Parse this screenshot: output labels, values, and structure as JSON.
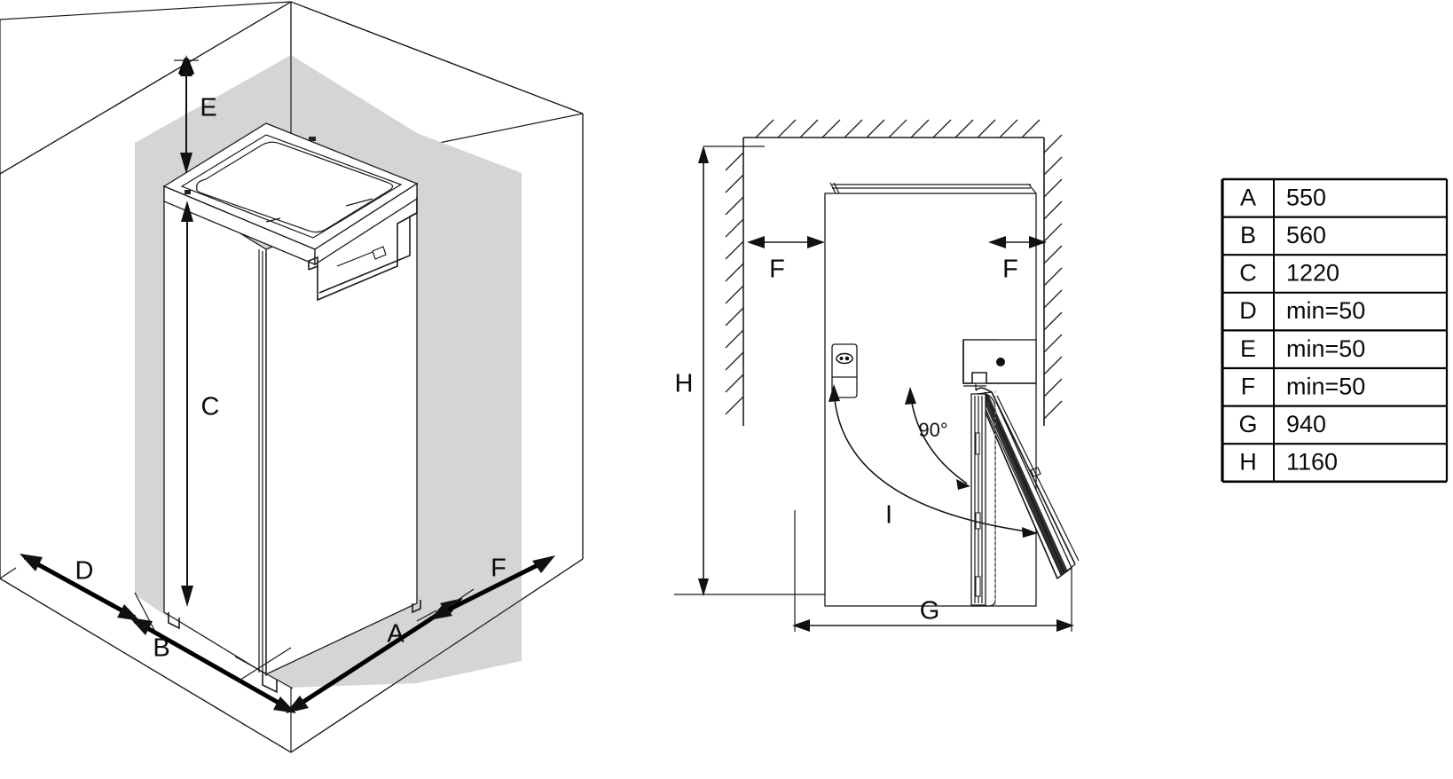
{
  "diagram": {
    "title": "Appliance installation clearance diagram",
    "views": {
      "isometric": {
        "name": "corner-installation-isometric-view",
        "labels": {
          "height_clearance": "E",
          "appliance_height": "C",
          "rear_clearance": "D",
          "total_depth": "B",
          "appliance_width": "A",
          "side_clearance": "F"
        }
      },
      "plan": {
        "name": "top-plan-view-with-door-swing",
        "labels": {
          "left_side_clearance": "F",
          "right_side_clearance": "F",
          "total_height": "H",
          "total_depth_with_door": "G",
          "door_opening_label": "I",
          "door_angle": "90°"
        }
      }
    },
    "table": {
      "name": "dimension-table",
      "rows": [
        {
          "key": "A",
          "value": "550"
        },
        {
          "key": "B",
          "value": "560"
        },
        {
          "key": "C",
          "value": "1220"
        },
        {
          "key": "D",
          "value": "min=50"
        },
        {
          "key": "E",
          "value": "min=50"
        },
        {
          "key": "F",
          "value": "min=50"
        },
        {
          "key": "G",
          "value": "940"
        },
        {
          "key": "H",
          "value": "1160"
        }
      ]
    },
    "colors": {
      "wall_shade": "#d5d5d5",
      "line": "#1a1a1a",
      "text": "#0a0a0a",
      "background": "#ffffff"
    }
  }
}
